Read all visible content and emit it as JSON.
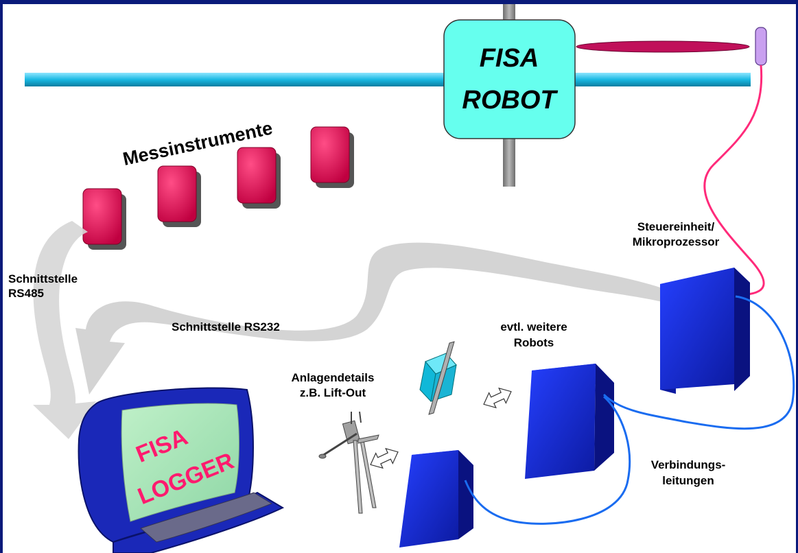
{
  "robot": {
    "line1": "FISA",
    "line2": "ROBOT"
  },
  "logger": {
    "line1": "FISA",
    "line2": "LOGGER"
  },
  "labels": {
    "instruments": "Messinstrumente",
    "rs485_line1": "Schnittstelle",
    "rs485_line2": "RS485",
    "rs232": "Schnittstelle RS232",
    "control_line1": "Steuereinheit/",
    "control_line2": "Mikroprozessor",
    "robots_line1": "evtl. weitere",
    "robots_line2": "Robots",
    "details_line1": "Anlagendetails",
    "details_line2": "z.B. Lift-Out",
    "cables_line1": "Verbindungs-",
    "cables_line2": "leitungen"
  },
  "colors": {
    "frame": "#0a1a7a",
    "rail": "#19b9e3",
    "robot_box": "#66ffee",
    "instrument": "#d8004a",
    "box": "#1626c8",
    "cable_blue": "#1a6cf0",
    "cable_pink": "#ff2a7a",
    "logger_text": "#ff1a6e",
    "screen": "#a5e3b5"
  }
}
